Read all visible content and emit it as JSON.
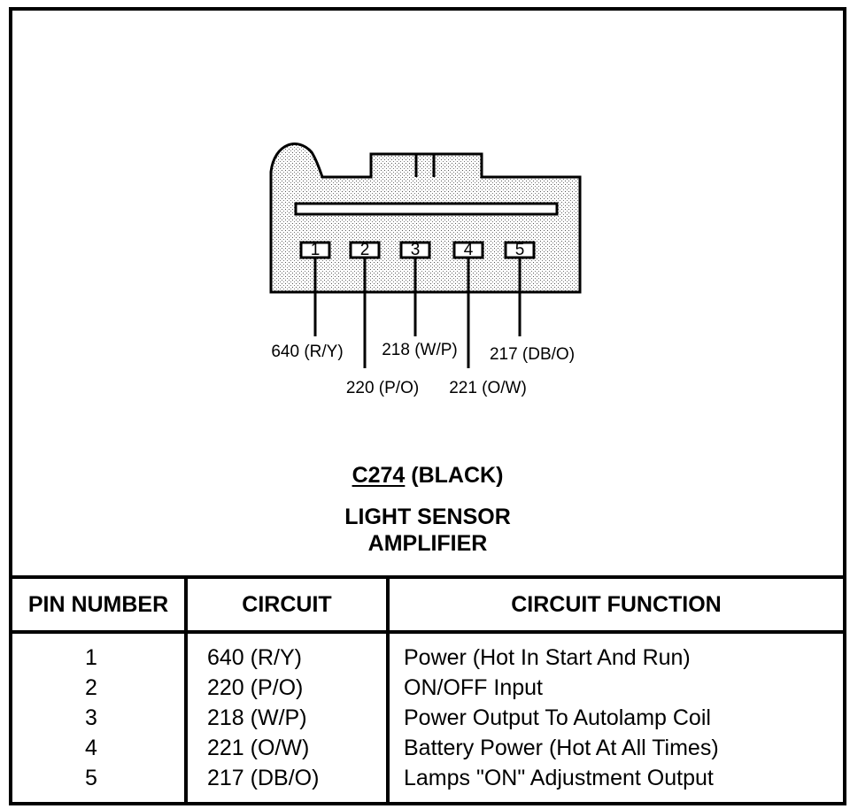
{
  "connector": {
    "pins": [
      "1",
      "2",
      "3",
      "4",
      "5"
    ],
    "wire_labels": [
      "640 (R/Y)",
      "220 (P/O)",
      "218 (W/P)",
      "221 (O/W)",
      "217 (DB/O)"
    ]
  },
  "caption": {
    "code": "C274",
    "color": "(BLACK)",
    "name_line1": "LIGHT SENSOR",
    "name_line2": "AMPLIFIER"
  },
  "table": {
    "headers": {
      "pin": "PIN NUMBER",
      "circuit": "CIRCUIT",
      "function": "CIRCUIT FUNCTION"
    },
    "rows": [
      {
        "pin": "1",
        "circuit": "640 (R/Y)",
        "function": "Power (Hot In Start And Run)"
      },
      {
        "pin": "2",
        "circuit": "220 (P/O)",
        "function": "ON/OFF Input"
      },
      {
        "pin": "3",
        "circuit": "218 (W/P)",
        "function": "Power Output To Autolamp Coil"
      },
      {
        "pin": "4",
        "circuit": "221 (O/W)",
        "function": "Battery Power (Hot At All Times)"
      },
      {
        "pin": "5",
        "circuit": "217 (DB/O)",
        "function": "Lamps \"ON\" Adjustment Output"
      }
    ]
  }
}
